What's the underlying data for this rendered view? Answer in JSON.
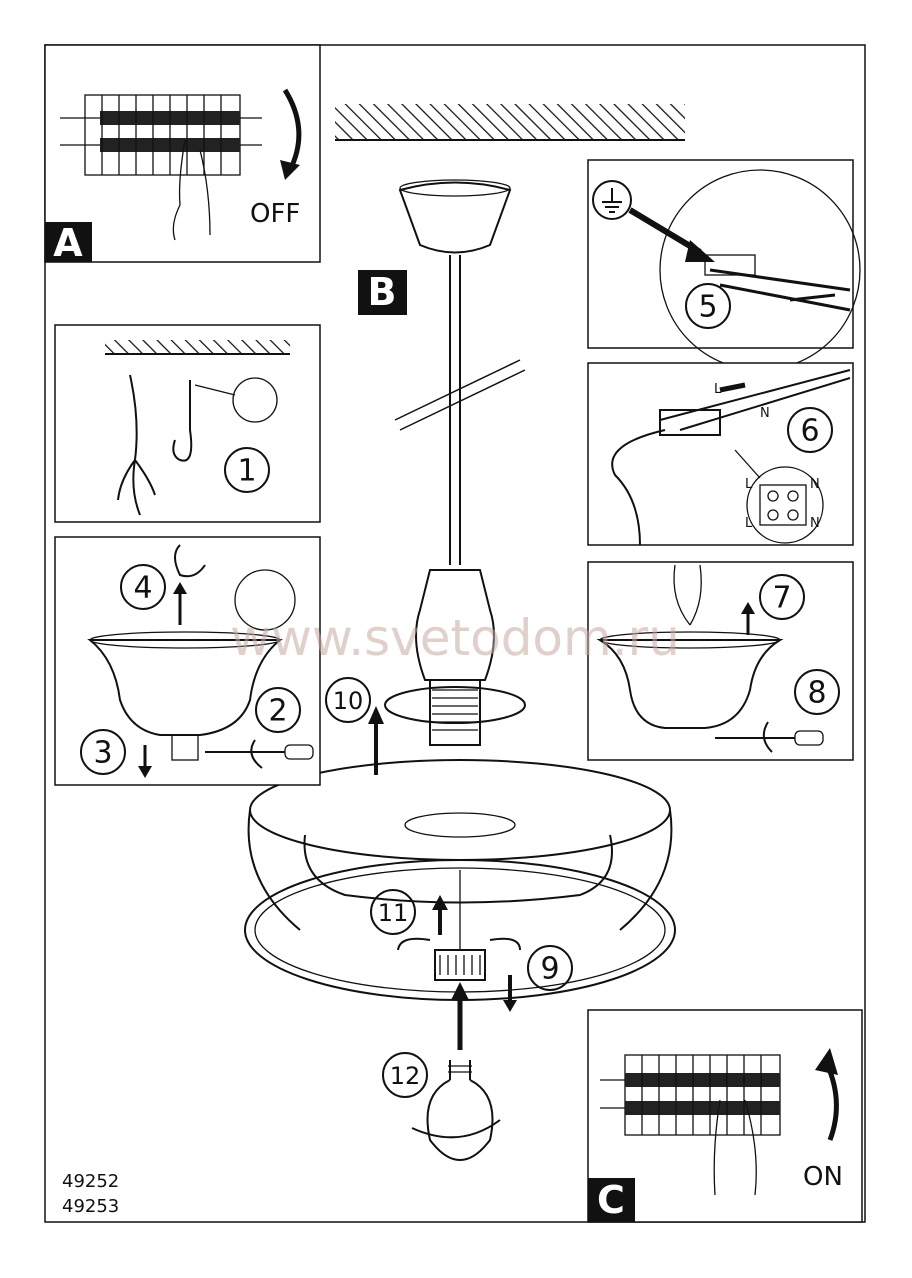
{
  "panels": {
    "a": {
      "label": "A",
      "action": "OFF"
    },
    "b": {
      "label": "B"
    },
    "c": {
      "label": "C",
      "action": "ON"
    }
  },
  "steps": [
    "1",
    "2",
    "3",
    "4",
    "5",
    "6",
    "7",
    "8",
    "9",
    "10",
    "11",
    "12"
  ],
  "terminal": {
    "live": "L",
    "neutral": "N"
  },
  "model_numbers": [
    "49252",
    "49253"
  ],
  "watermark": "www.svetodom.ru",
  "colors": {
    "ink": "#111111",
    "label_bg": "#111111",
    "watermark": "#c9a9a0"
  }
}
